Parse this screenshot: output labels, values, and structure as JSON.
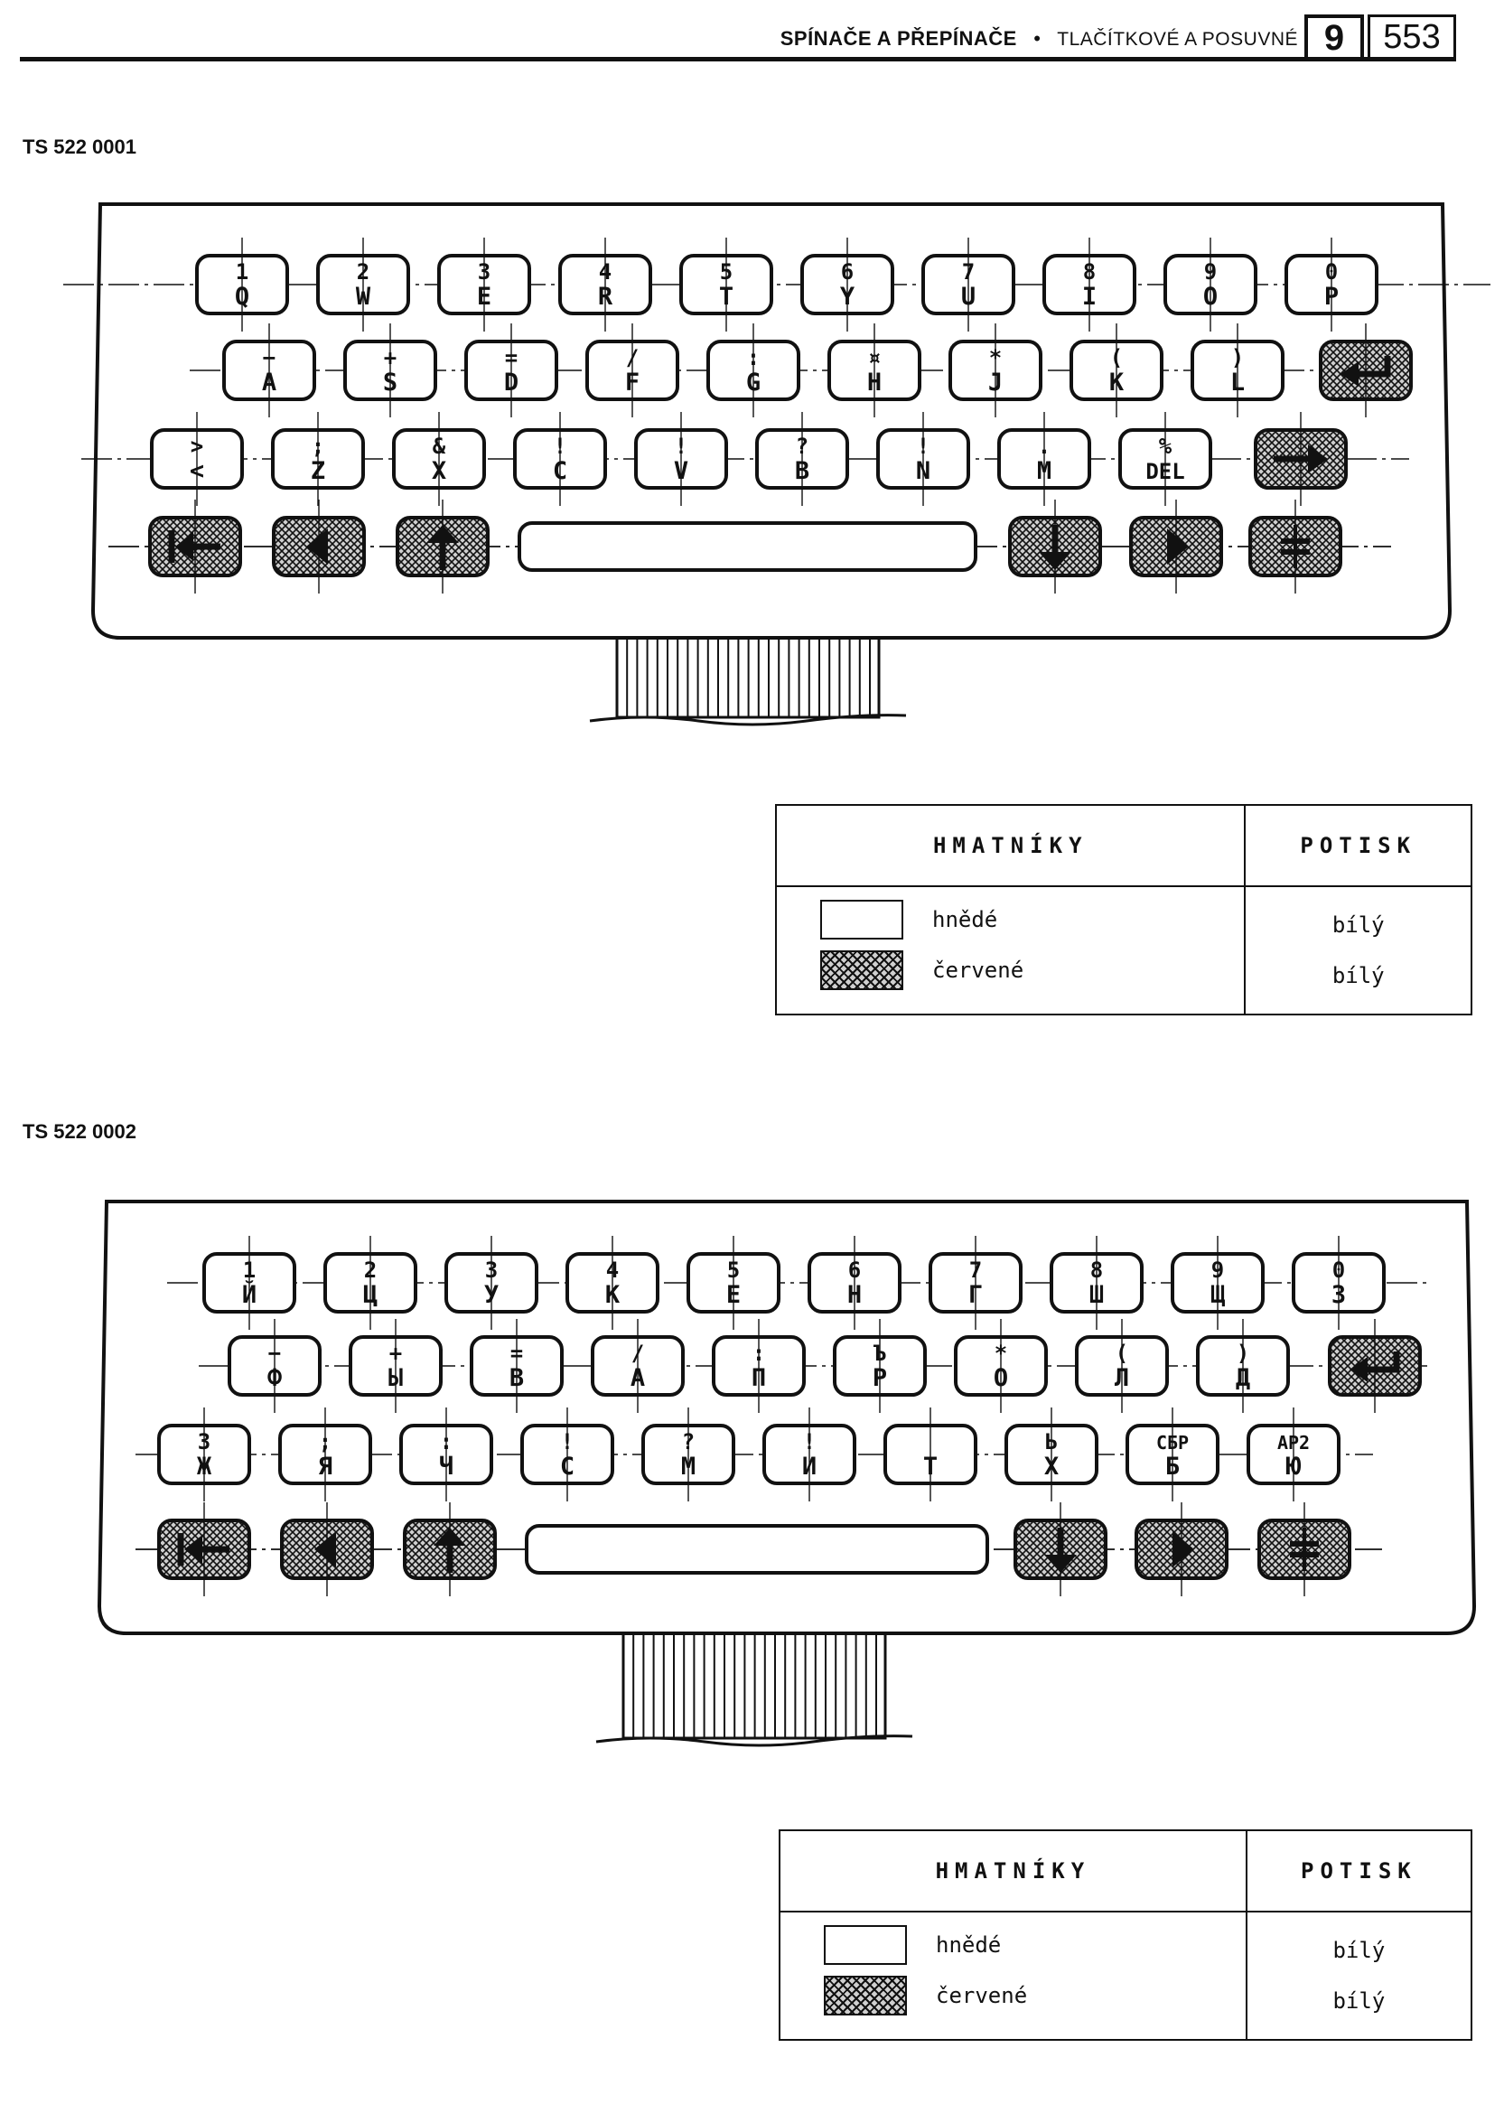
{
  "header": {
    "title": "SPÍNAČE A PŘEPÍNAČE",
    "bullet": "•",
    "subtitle": "TLAČÍTKOVÉ A POSUVNÉ",
    "chapter": "9",
    "page": "553"
  },
  "sections": [
    {
      "label": "TS 522 0001",
      "rows": [
        [
          [
            "1",
            "Q"
          ],
          [
            "2",
            "W"
          ],
          [
            "3",
            "E"
          ],
          [
            "4",
            "R"
          ],
          [
            "5",
            "T"
          ],
          [
            "6",
            "Y"
          ],
          [
            "7",
            "U"
          ],
          [
            "8",
            "I"
          ],
          [
            "9",
            "O"
          ],
          [
            "0",
            "P"
          ]
        ],
        [
          [
            "−",
            "A"
          ],
          [
            "+",
            "S"
          ],
          [
            "=",
            "D"
          ],
          [
            "/",
            "F"
          ],
          [
            ":",
            "G"
          ],
          [
            "¤",
            "H"
          ],
          [
            "*",
            "J"
          ],
          [
            "(",
            "K"
          ],
          [
            ")",
            "L"
          ]
        ],
        [
          [
            ">",
            "<"
          ],
          [
            ";",
            "Z"
          ],
          [
            "&",
            "X"
          ],
          [
            "!",
            "C"
          ],
          [
            "!",
            "V"
          ],
          [
            "?",
            "B"
          ],
          [
            "!",
            "N"
          ],
          [
            ".",
            "M"
          ],
          [
            "%",
            "DEL"
          ]
        ]
      ]
    },
    {
      "label": "TS 522 0002",
      "rows": [
        [
          [
            "1",
            "Й"
          ],
          [
            "2",
            "Ц"
          ],
          [
            "3",
            "У"
          ],
          [
            "4",
            "К"
          ],
          [
            "5",
            "Е"
          ],
          [
            "6",
            "Н"
          ],
          [
            "7",
            "Г"
          ],
          [
            "8",
            "Ш"
          ],
          [
            "9",
            "Щ"
          ],
          [
            "0",
            "З"
          ]
        ],
        [
          [
            "−",
            "Ф"
          ],
          [
            "+",
            "Ы"
          ],
          [
            "=",
            "В"
          ],
          [
            "/",
            "А"
          ],
          [
            ":",
            "П"
          ],
          [
            "Ъ",
            "Р"
          ],
          [
            "*",
            "О"
          ],
          [
            "(",
            "Л"
          ],
          [
            ")",
            "Д"
          ]
        ],
        [
          [
            "3",
            "Ж"
          ],
          [
            ";",
            "Я"
          ],
          [
            ":",
            "Ч"
          ],
          [
            "!",
            "С"
          ],
          [
            "?",
            "М"
          ],
          [
            "!",
            "И"
          ],
          [
            "",
            "Т"
          ],
          [
            "Ь",
            "Х"
          ],
          [
            "СБР",
            "Б"
          ],
          [
            "АР2",
            "Ю"
          ]
        ]
      ]
    }
  ],
  "legend": {
    "col1": "HMATNÍKY",
    "col2": "POTISK",
    "rows": [
      {
        "label": "hnědé",
        "print": "bílý",
        "swatch": "plain"
      },
      {
        "label": "červené",
        "print": "bílý",
        "swatch": "hatched"
      }
    ]
  },
  "icons": [
    "return-arrow-icon",
    "right-arrow-icon",
    "home-arrow-icon",
    "left-arrow-icon",
    "up-arrow-icon",
    "down-arrow-icon",
    "right-triangle-icon",
    "double-bar-icon"
  ],
  "colors": {
    "ink": "#111111",
    "paper": "#ffffff",
    "hatch": "#cfcfcf"
  }
}
